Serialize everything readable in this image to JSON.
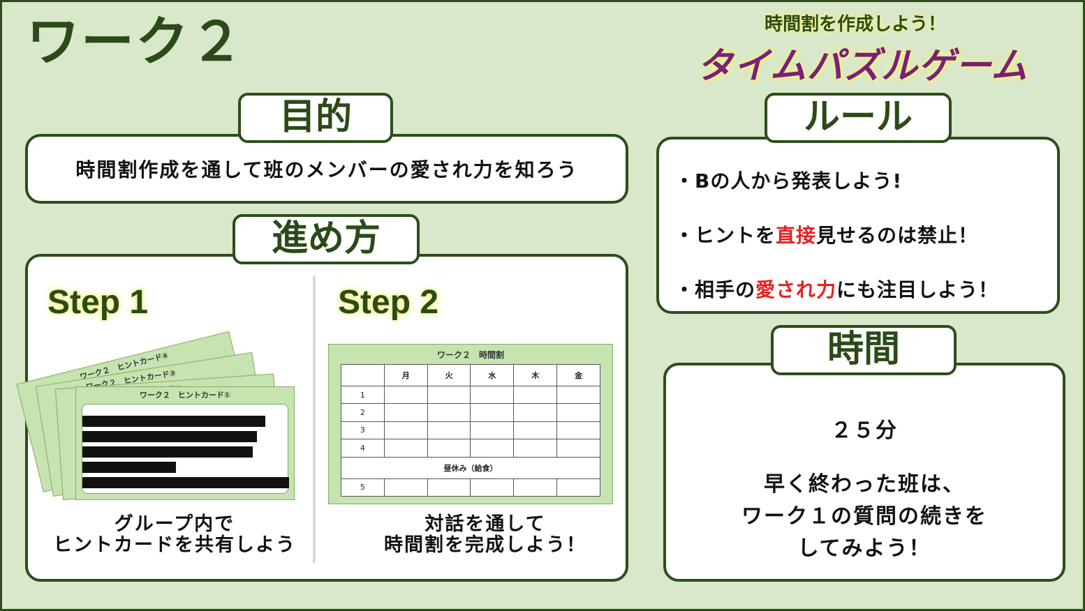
{
  "header": {
    "title": "ワーク２",
    "subtitle": "時間割を作成しよう！",
    "game_title": "タイムパズルゲーム"
  },
  "purpose": {
    "label": "目的",
    "text": "時間割作成を通して班のメンバーの愛され力を知ろう"
  },
  "procedure": {
    "label": "進め方",
    "step1": {
      "heading": "Step 1",
      "cards": [
        "ワーク２　ヒントカード④",
        "ワーク２　ヒントカード③",
        "ワーク２　ヒントカード②",
        "ワーク２　ヒントカード①"
      ],
      "caption_line1": "グループ内で",
      "caption_line2": "ヒントカードを共有しよう"
    },
    "step2": {
      "heading": "Step 2",
      "timetable": {
        "title": "ワーク２　時間割",
        "days": [
          "月",
          "火",
          "水",
          "木",
          "金"
        ],
        "periods": [
          "1",
          "2",
          "3",
          "4"
        ],
        "lunch": "昼休み（給食）",
        "last_period": "5"
      },
      "caption_line1": "対話を通して",
      "caption_line2": "時間割を完成しよう！"
    }
  },
  "rules": {
    "label": "ルール",
    "rule1": "・Bの人から発表しよう!",
    "rule2_pre": "・ヒントを",
    "rule2_em": "直接",
    "rule2_post": "見せるのは禁止！",
    "rule3_pre": "・相手の",
    "rule3_em": "愛され力",
    "rule3_post": "にも注目しよう！"
  },
  "time": {
    "label": "時間",
    "duration": "２５分",
    "note_line1": "早く終わった班は、",
    "note_line2": "ワーク１の質問の続きを",
    "note_line3": "してみよう！"
  },
  "colors": {
    "background": "#d9e7cb",
    "border": "#2d4d1a",
    "heading": "#2b4a17",
    "game_title": "#7a1f7a",
    "highlight": "#e82020"
  }
}
